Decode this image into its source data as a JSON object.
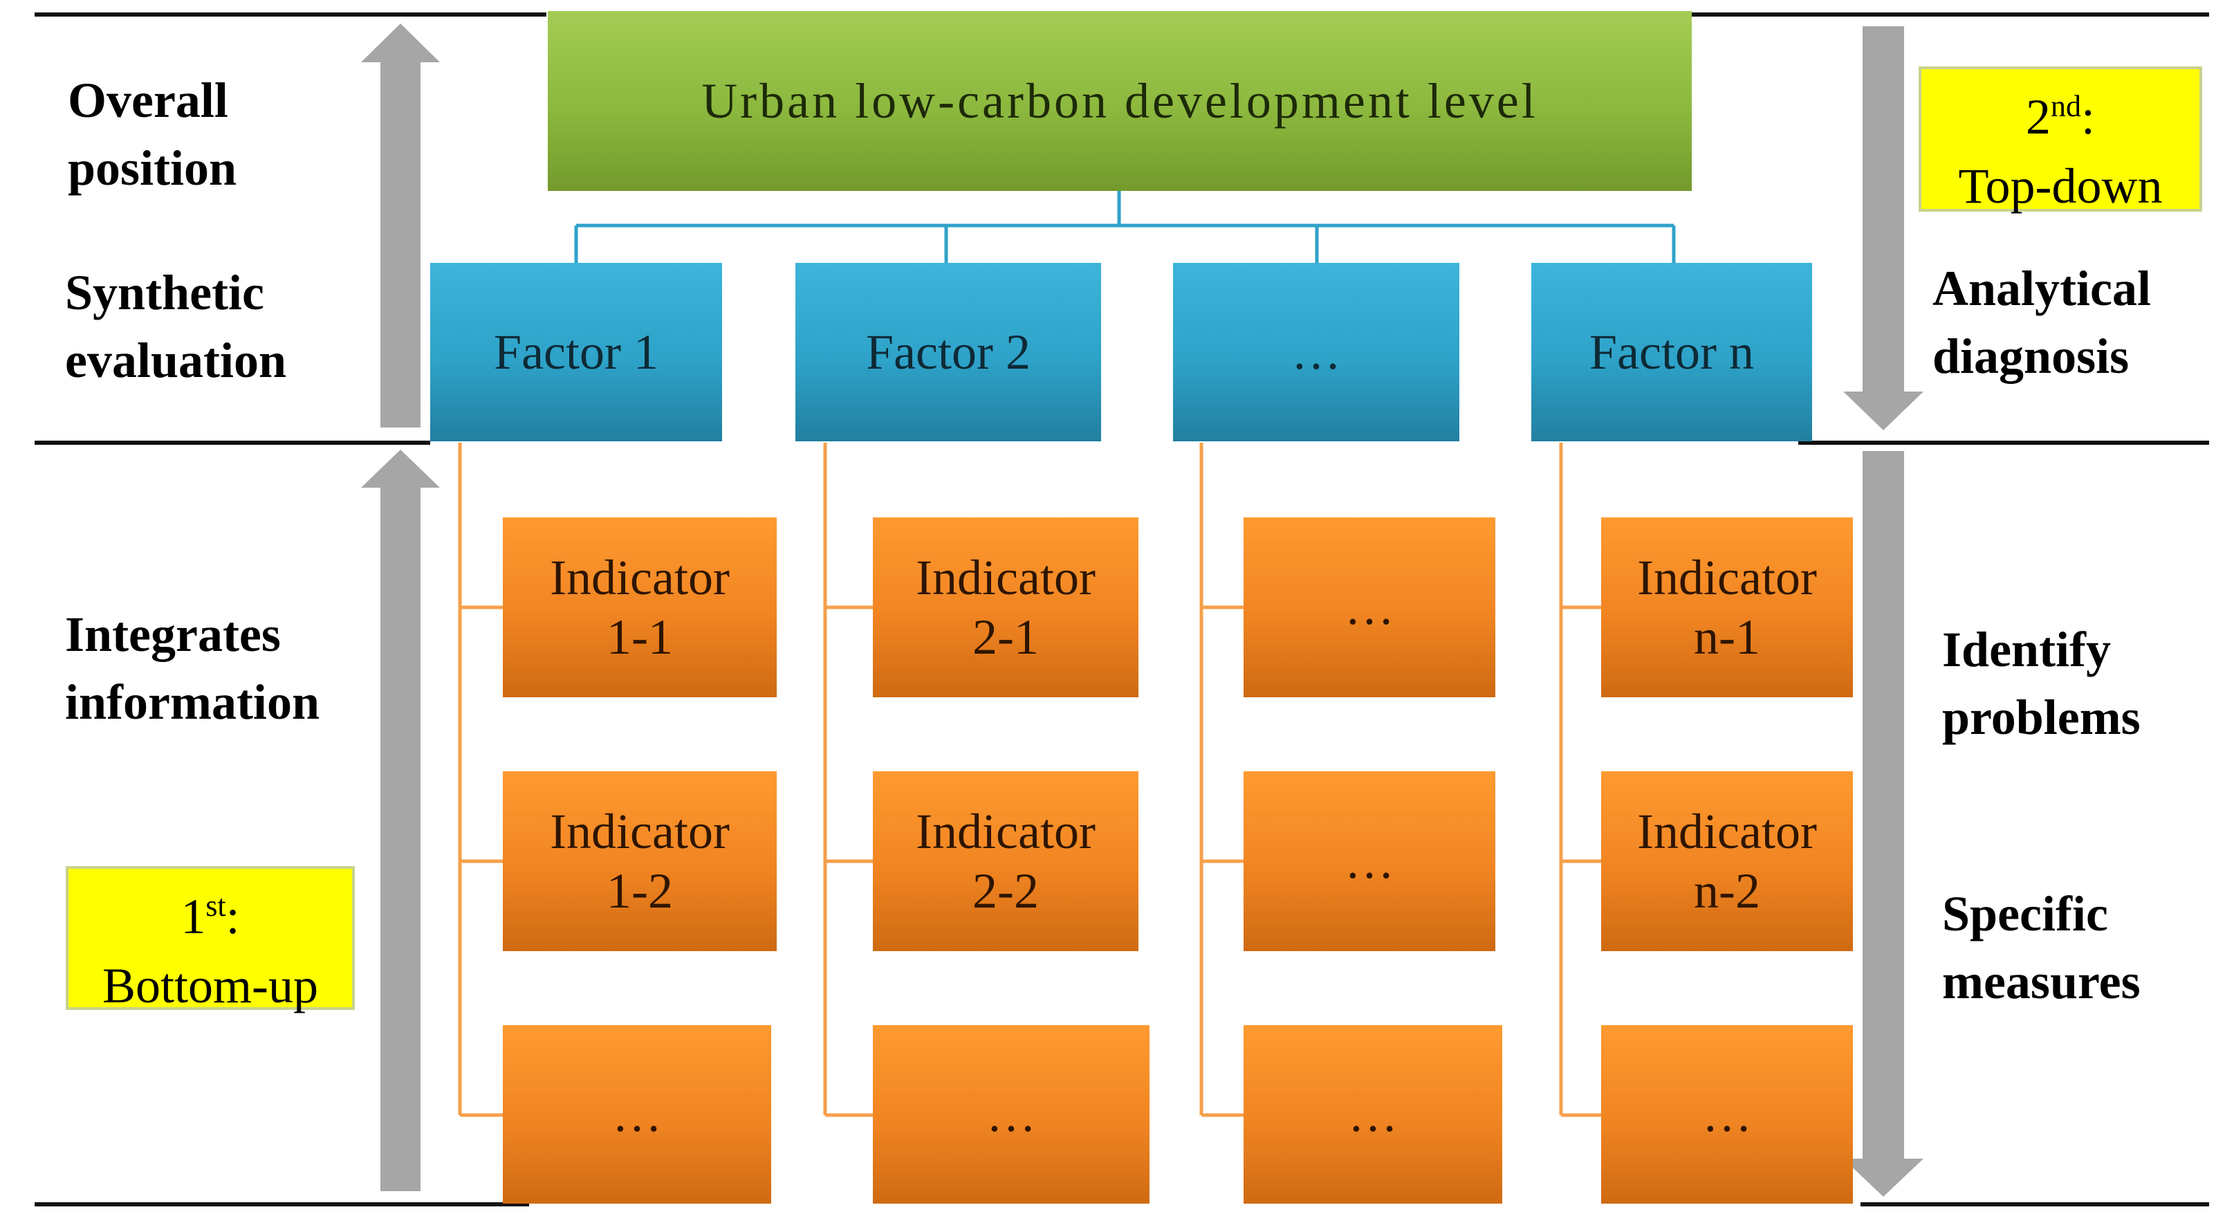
{
  "goal": {
    "label": "Urban low-carbon development level"
  },
  "factors": [
    {
      "label": "Factor 1"
    },
    {
      "label": "Factor 2"
    },
    {
      "label": "…"
    },
    {
      "label": "Factor n"
    }
  ],
  "indicators": [
    [
      "Indicator\n1-1",
      "Indicator\n1-2",
      "…"
    ],
    [
      "Indicator\n2-1",
      "Indicator\n2-2",
      "…"
    ],
    [
      "…",
      "…",
      "…"
    ],
    [
      "Indicator\nn-1",
      "Indicator\nn-2",
      "…"
    ]
  ],
  "left": {
    "overall_position": "Overall\nposition",
    "synthetic_evaluation": "Synthetic\nevaluation",
    "integrates_information": "Integrates\ninformation",
    "first_step": {
      "number": "1",
      "suffix": "st",
      "colon": ":",
      "text": "Bottom-up"
    }
  },
  "right": {
    "second_step": {
      "number": "2",
      "suffix": "nd",
      "colon": ":",
      "text": "Top-down"
    },
    "analytical_diagnosis": "Analytical\ndiagnosis",
    "identify_problems": "Identify\nproblems",
    "specific_measures": "Specific\nmeasures"
  },
  "colors": {
    "goal_box": "#8cb83e",
    "factor_box": "#2ea2c8",
    "indicator_box": "#f08422",
    "step_box": "#ffff00",
    "arrows": "#a6a6a6",
    "factor_connector": "#2ea2c8",
    "indicator_connector": "#f5a04a"
  }
}
